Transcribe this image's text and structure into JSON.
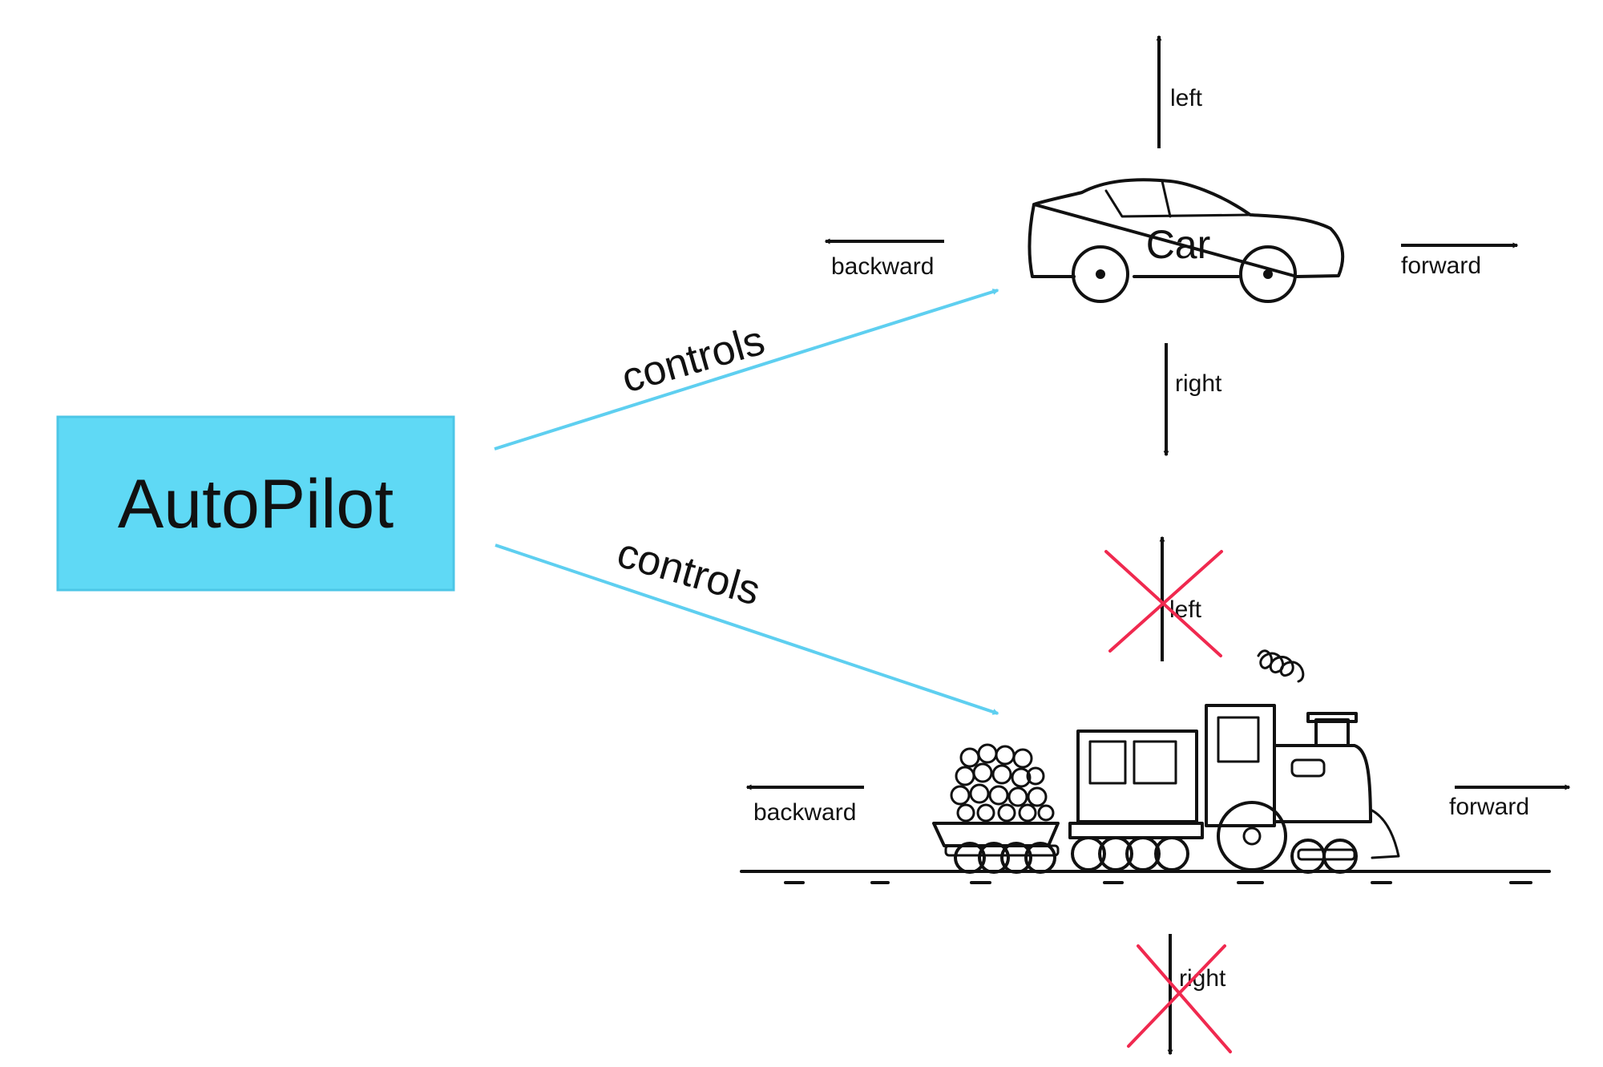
{
  "autopilot": {
    "label": "AutoPilot",
    "fill": "#5fd9f5",
    "border": "#4cc6e6"
  },
  "edges": {
    "to_car": {
      "label": "controls",
      "color": "#5ecff0"
    },
    "to_train": {
      "label": "controls",
      "color": "#5ecff0"
    }
  },
  "car": {
    "label": "Car",
    "directions": {
      "left": "left",
      "right": "right",
      "forward": "forward",
      "backward": "backward"
    }
  },
  "train": {
    "directions": {
      "left": "left",
      "right": "right",
      "forward": "forward",
      "backward": "backward"
    },
    "cross_color": "#f0294f"
  }
}
